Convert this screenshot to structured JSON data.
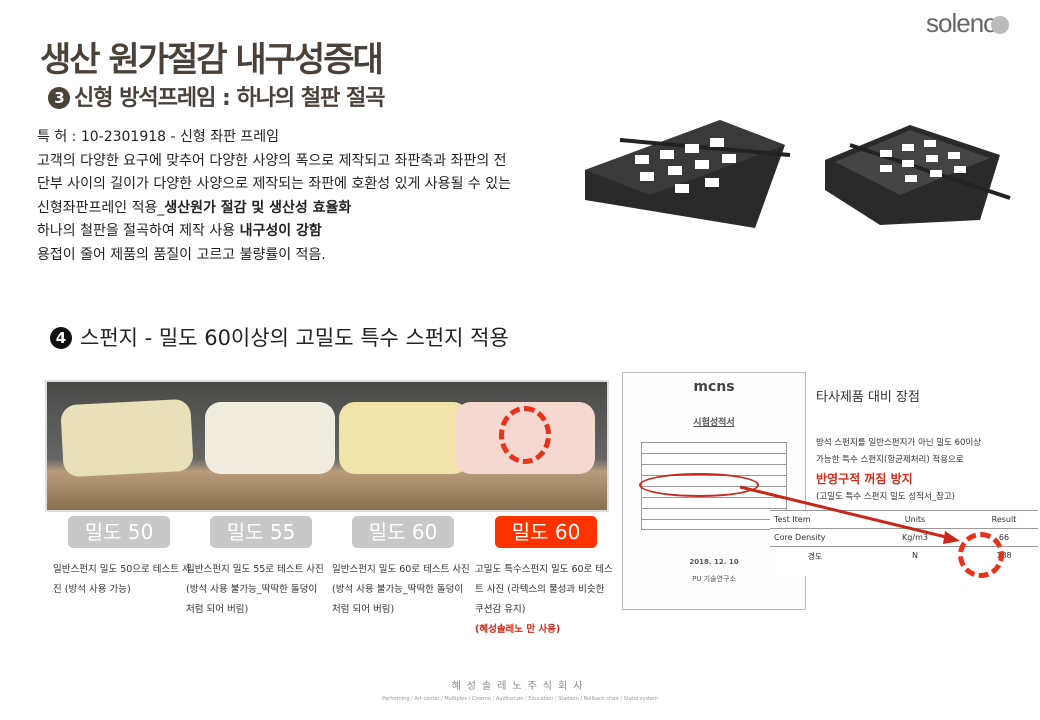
{
  "brand": {
    "logo": "soleno"
  },
  "header": {
    "title": "생산 원가절감 내구성증대",
    "section3_num": "3",
    "section3_title": "신형 방석프레임 : 하나의 철판 절곡"
  },
  "patent": {
    "line1": "특 허 :  10-2301918 - 신형 좌판 프레임",
    "line2": "고객의 다양한 요구에 맞추어 다양한 사양의 폭으로 제작되고 좌판축과 좌판의 전",
    "line3": "단부 사이의 길이가 다양한 사양으로 제작되는 좌판에 호환성 있게 사용될 수 있는",
    "line4a": "신형좌판프레인 적용_",
    "line4b": "생산원가 절감 및 생산성 효율화",
    "line5a": "하나의 철판을 절곡하여 제작 사용 ",
    "line5b": "내구성이 강함",
    "line6": "용접이 줄어 제품의 품질이 고르고  불량률이 적음."
  },
  "section4": {
    "num": "4",
    "title": "스펀지 - 밀도 60이상의 고밀도 특수 스펀지 적용"
  },
  "sponges": [
    {
      "label": "밀도 50",
      "caption": "일반스펀지 밀도 50으로 테스트 사진 (방석 사용 가능)",
      "highlight": false
    },
    {
      "label": "밀도 55",
      "caption": "일반스펀지 밀도 55로 테스트 사진 (방석 사용 불가능_딱딱한 돌덩이 처럼 되어 버림)",
      "highlight": false
    },
    {
      "label": "밀도 60",
      "caption": "일반스펀지 밀도 60로 테스트 사진 (방석 사용 불가능_딱딱한 돌덩이 처럼 되어 버림)",
      "highlight": false
    },
    {
      "label": "밀도 60",
      "caption": "고밀도 특수스펀지 밀도 60로 테스트 사진 (라텍스의 물성과 비슷한 쿠션감 유지)",
      "note": "(혜성솔레노 만 사용)",
      "highlight": true
    }
  ],
  "report": {
    "logo": "mcns",
    "title": "시험성적서",
    "date": "2018. 12. 10",
    "org": "PU 기술연구소"
  },
  "advantage": {
    "title": "타사제품 대비 장점",
    "line1": "방석 스펀지를 일반스펀지가 아닌 밀도 60이상",
    "line2": "가능한 특수 스펀지(항균제처리) 적용으로",
    "highlight": "반영구적 꺼짐 방지",
    "note": "(고밀도 특수 스펀지 밀도 성적서_참고)"
  },
  "result_table": {
    "headers": [
      "Test Item",
      "Units",
      "Result"
    ],
    "rows": [
      [
        "Core Density",
        "Kg/m3",
        "66"
      ],
      [
        "경도",
        "N",
        "188"
      ]
    ]
  },
  "colors": {
    "accent": "#ff3300",
    "title": "#4a4238",
    "red_text": "#d62a1a"
  },
  "footer": {
    "company": "혜성솔레노주식회사",
    "tagline": "Performing / Art center / Multiplex / Cinema / Auditorium / Education / Stadium / Rollback chair / Stand system"
  }
}
